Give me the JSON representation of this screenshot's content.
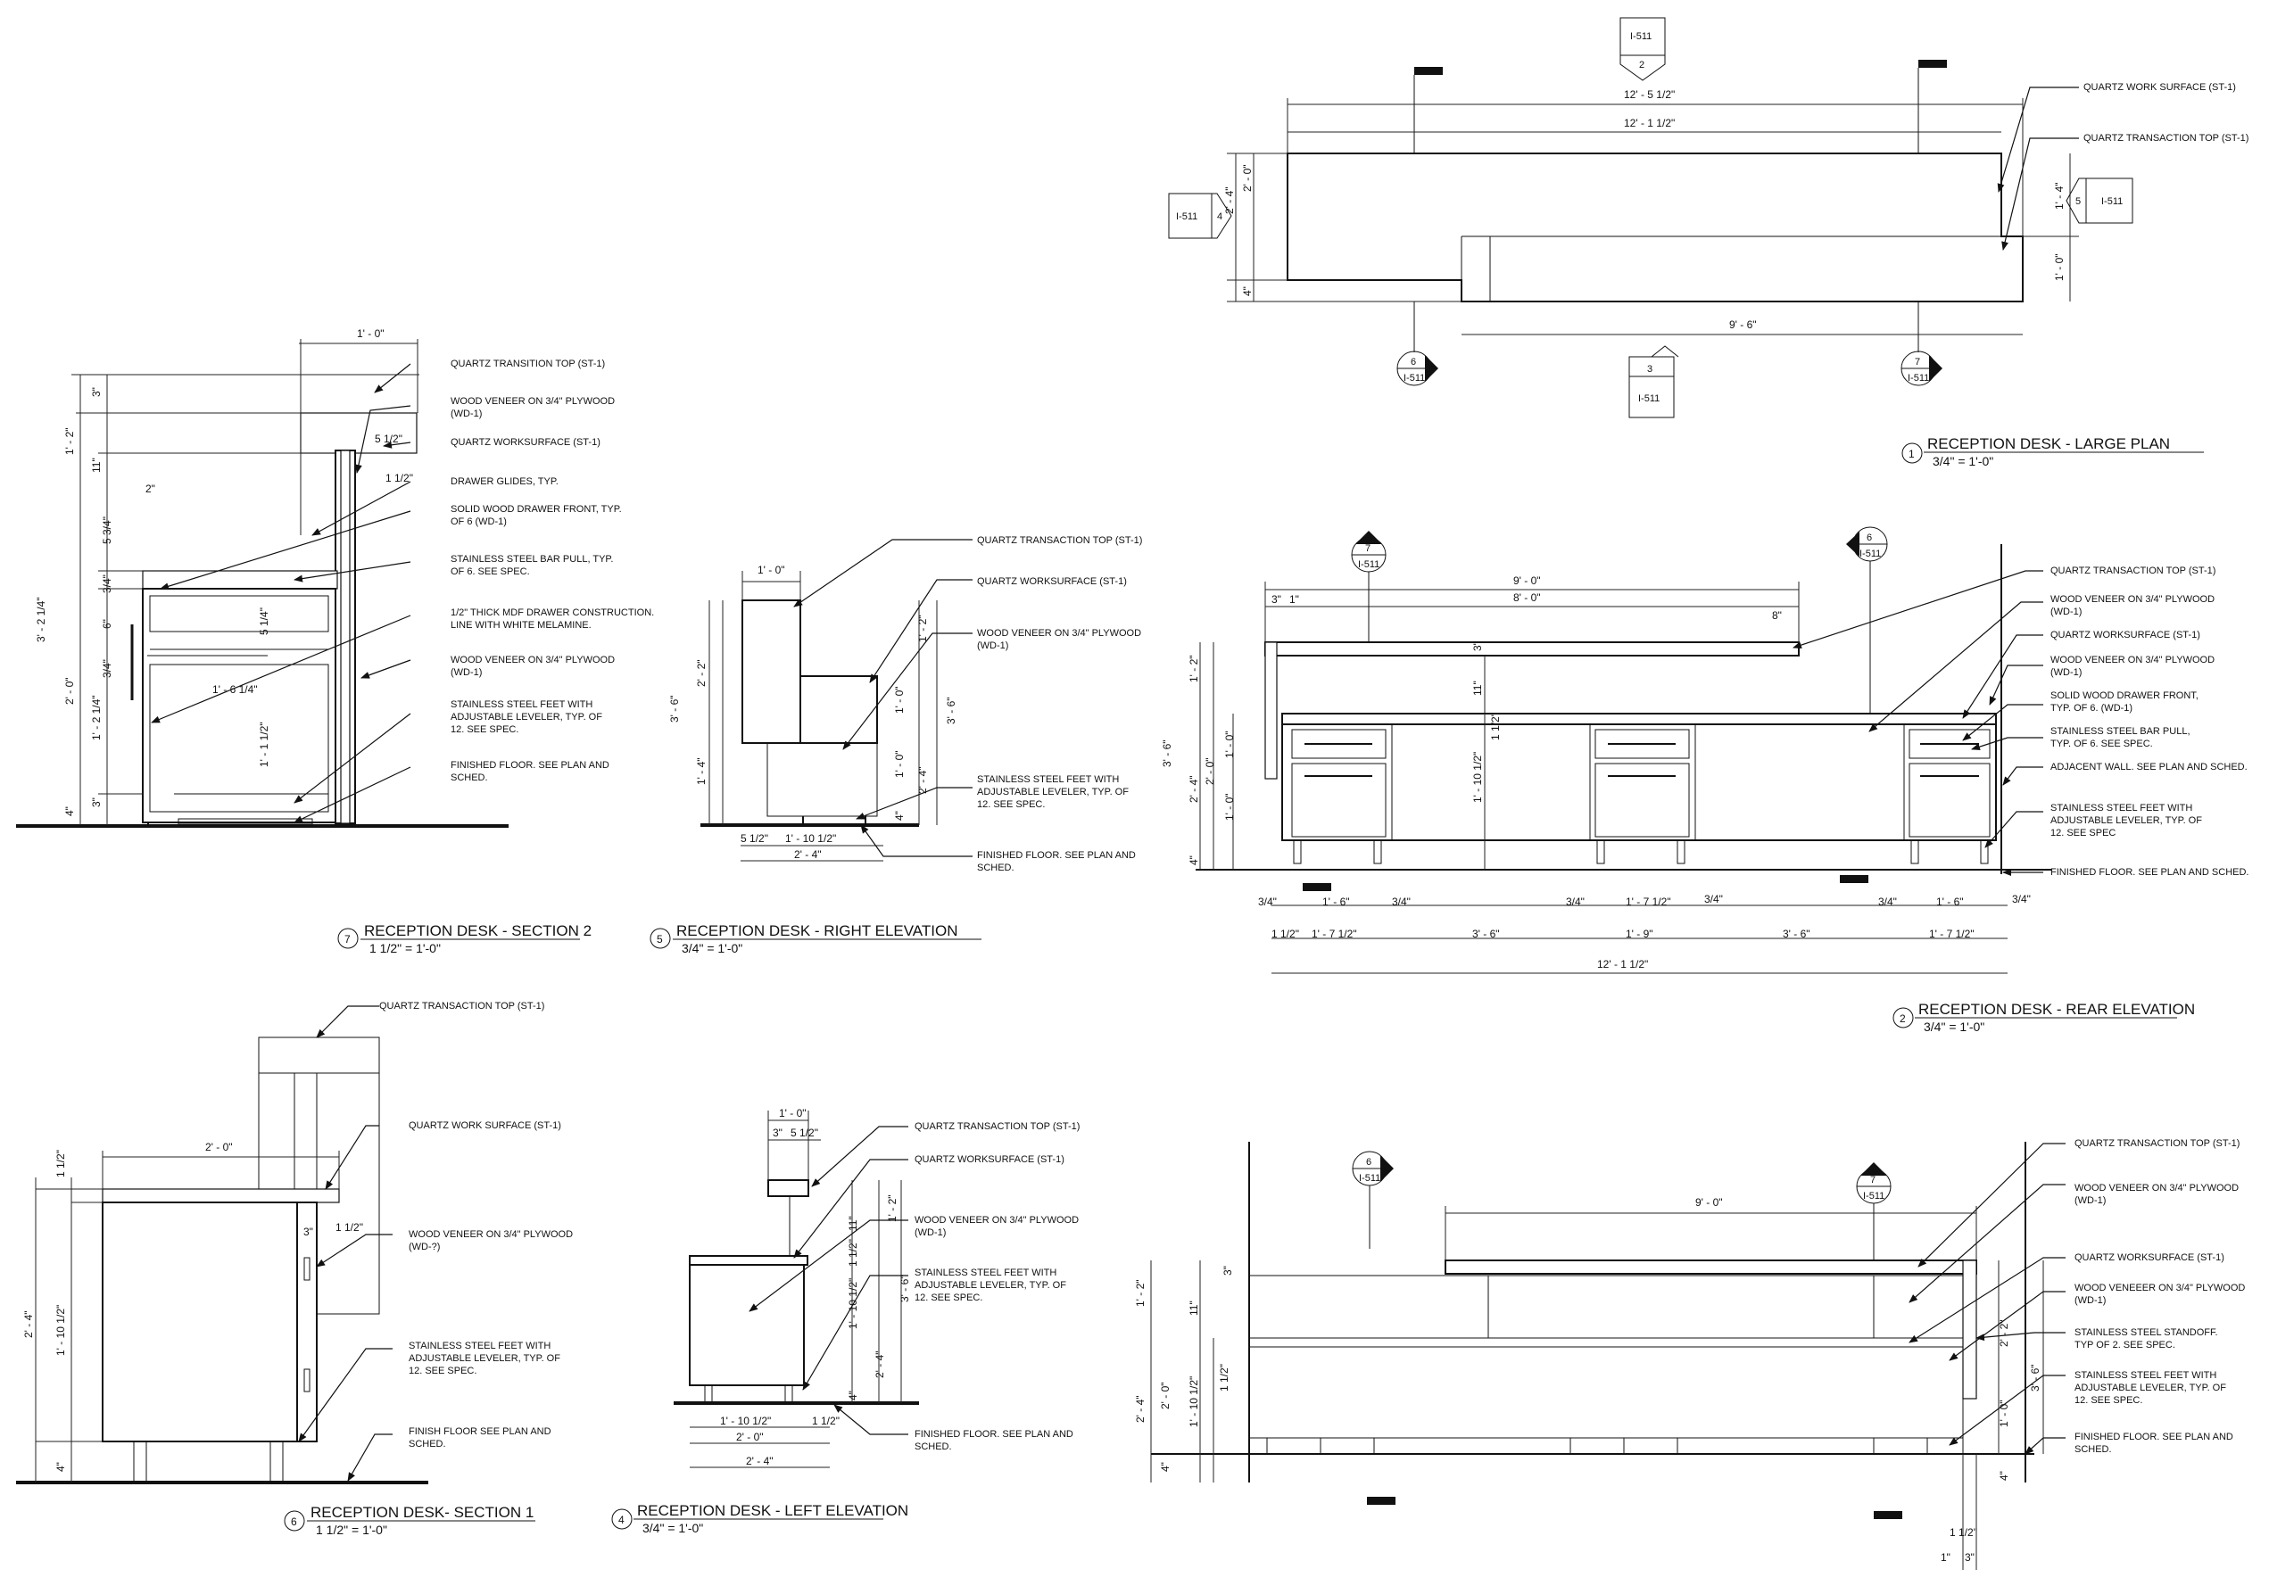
{
  "details": {
    "section2": {
      "number": "7",
      "title": "RECEPTION DESK - SECTION 2",
      "scale": "1 1/2\" = 1'-0\"",
      "notes": [
        "QUARTZ TRANSITION TOP (ST-1)",
        "WOOD VENEER ON 3/4\" PLYWOOD",
        "(WD-1)",
        "QUARTZ WORKSURFACE (ST-1)",
        "DRAWER GLIDES, TYP.",
        "SOLID WOOD DRAWER FRONT, TYP.",
        "OF 6 (WD-1)",
        "STAINLESS STEEL BAR PULL, TYP.",
        "OF 6. SEE SPEC.",
        "1/2\" THICK MDF DRAWER CONSTRUCTION.",
        "LINE WITH WHITE MELAMINE.",
        "WOOD VENEER ON 3/4\" PLYWOOD",
        "(WD-1)",
        "STAINLESS STEEL FEET WITH",
        "ADJUSTABLE LEVELER, TYP. OF",
        "12. SEE SPEC.",
        "FINISHED FLOOR. SEE PLAN AND",
        "SCHED."
      ],
      "dims": [
        "1' - 0\"",
        "3\"",
        "11\"",
        "1' - 2\"",
        "3' - 2 1/4\"",
        "2' - 0\"",
        "1' - 2 1/4\"",
        "3\"",
        "4\"",
        "1 1/2\"",
        "5 1/2\"",
        "2\"",
        "5 3/4\"",
        "3/4\"",
        "6\"",
        "3/4\"",
        "1' - 6 1/4\"",
        "1' - 1 1/2\"",
        "5 1/4\""
      ]
    },
    "right_elevation": {
      "number": "5",
      "title": "RECEPTION DESK - RIGHT ELEVATION",
      "scale": "3/4\" = 1'-0\"",
      "notes": [
        "QUARTZ TRANSACTION TOP (ST-1)",
        "QUARTZ WORKSURFACE (ST-1)",
        "WOOD VENEER ON 3/4\" PLYWOOD",
        "(WD-1)",
        "STAINLESS STEEL FEET WITH",
        "ADJUSTABLE LEVELER, TYP. OF",
        "12. SEE SPEC.",
        "FINISHED FLOOR. SEE PLAN AND",
        "SCHED."
      ],
      "dims": [
        "1' - 0\"",
        "2' - 2\"",
        "3' - 6\"",
        "1' - 4\"",
        "1' - 2\"",
        "1' - 0\"",
        "3' - 6\"",
        "2' - 4\"",
        "1' - 0\"",
        "4\"",
        "5 1/2\"",
        "1' - 10 1/2\"",
        "2' - 4\""
      ]
    },
    "large_plan": {
      "number": "1",
      "title": "RECEPTION DESK - LARGE PLAN",
      "scale": "3/4\" = 1'-0\"",
      "notes": [
        "QUARTZ WORK SURFACE (ST-1)",
        "QUARTZ TRANSACTION TOP (ST-1)"
      ],
      "dims": [
        "12' - 5 1/2\"",
        "12' - 1 1/2\"",
        "2' - 4\"",
        "2' - 0\"",
        "4\"",
        "1' - 4\"",
        "1' - 0\"",
        "9' - 6\""
      ],
      "tags": [
        {
          "sheet": "I-511",
          "num": "2"
        },
        {
          "sheet": "I-511",
          "num": "4"
        },
        {
          "sheet": "I-511",
          "num": "5"
        },
        {
          "sheet": "I-511",
          "num": "6"
        },
        {
          "sheet": "I-511",
          "num": "3"
        },
        {
          "sheet": "I-511",
          "num": "7"
        }
      ]
    },
    "rear_elevation": {
      "number": "2",
      "title": "RECEPTION DESK - REAR ELEVATION",
      "scale": "3/4\" = 1'-0\"",
      "notes": [
        "QUARTZ TRANSACTION TOP (ST-1)",
        "WOOD VENEER ON 3/4\" PLYWOOD",
        "(WD-1)",
        "QUARTZ WORKSURFACE (ST-1)",
        "WOOD VENEER ON 3/4\" PLYWOOD",
        "(WD-1)",
        "SOLID WOOD DRAWER FRONT,",
        "TYP. OF 6. (WD-1)",
        "STAINLESS STEEL BAR PULL,",
        "TYP. OF 6. SEE SPEC.",
        "ADJACENT WALL. SEE PLAN AND SCHED.",
        "STAINLESS STEEL FEET WITH",
        "ADJUSTABLE LEVELER, TYP. OF",
        "12. SEE SPEC",
        "FINISHED FLOOR. SEE PLAN AND SCHED."
      ],
      "dims_top": [
        "9' - 0\"",
        "3\"",
        "1\"",
        "8' - 0\"",
        "8\"",
        "3\"",
        "11\""
      ],
      "dims_left": [
        "1' - 2\"",
        "3' - 6\"",
        "2' - 4\"",
        "2' - 0\"",
        "1' - 0\"",
        "1' - 0\"",
        "1' - 10 1/2\"",
        "1 1/2\"",
        "4\""
      ],
      "dims_bottom1": [
        "3/4\"",
        "1' - 6\"",
        "3/4\"",
        "3/4\"",
        "1' - 7 1/2\"",
        "3/4\"",
        "3/4\"",
        "1' - 6\"",
        "3/4\""
      ],
      "dims_bottom2": [
        "1 1/2\"",
        "1' - 7 1/2\"",
        "3' - 6\"",
        "1' - 9\"",
        "3' - 6\"",
        "1' - 7 1/2\""
      ],
      "dims_bottom3": "12' - 1 1/2\"",
      "tags": [
        {
          "sheet": "I-511",
          "num": "7"
        },
        {
          "sheet": "I-511",
          "num": "6"
        }
      ]
    },
    "section1": {
      "number": "6",
      "title": "RECEPTION DESK- SECTION 1",
      "scale": "1 1/2\" = 1'-0\"",
      "notes": [
        "QUARTZ TRANSACTION TOP (ST-1)",
        "QUARTZ WORK SURFACE (ST-1)",
        "WOOD VENEER ON 3/4\" PLYWOOD",
        "(WD-?)",
        "STAINLESS STEEL FEET WITH",
        "ADJUSTABLE LEVELER, TYP. OF",
        "12. SEE SPEC.",
        "FINISH FLOOR SEE PLAN AND",
        "SCHED."
      ],
      "dims": [
        "2' - 0\"",
        "1 1/2\"",
        "1 1/2\"",
        "3\"",
        "2' - 4\"",
        "1' - 10 1/2\"",
        "4\""
      ]
    },
    "left_elevation": {
      "number": "4",
      "title": "RECEPTION DESK - LEFT ELEVATION",
      "scale": "3/4\" = 1'-0\"",
      "notes": [
        "QUARTZ TRANSACTION TOP (ST-1)",
        "QUARTZ WORKSURFACE (ST-1)",
        "WOOD VENEER ON 3/4\" PLYWOOD",
        "(WD-1)",
        "STAINLESS STEEL FEET WITH",
        "ADJUSTABLE LEVELER, TYP. OF",
        "12. SEE SPEC.",
        "FINISHED FLOOR. SEE PLAN AND",
        "SCHED."
      ],
      "dims": [
        "1' - 0\"",
        "3\"",
        "5 1/2\"",
        "1' - 2\"",
        "11\"",
        "1 1/2\"",
        "3' - 6\"",
        "1' - 10 1/2\"",
        "2' - 4\"",
        "4\"",
        "1' - 10 1/2\"",
        "1 1/2\"",
        "2' - 0\"",
        "2' - 4\""
      ]
    },
    "front_elevation": {
      "notes": [
        "QUARTZ TRANSACTION TOP (ST-1)",
        "WOOD VENEER ON 3/4\" PLYWOOD",
        "(WD-1)",
        "QUARTZ WORKSURFACE (ST-1)",
        "WOOD VENEEER ON 3/4\" PLYWOOD",
        "(WD-1)",
        "STAINLESS STEEL STANDOFF.",
        "TYP OF 2. SEE SPEC.",
        "STAINLESS STEEL FEET WITH",
        "ADJUSTABLE LEVELER, TYP. OF",
        "12. SEE SPEC.",
        "FINISHED FLOOR. SEE PLAN AND",
        "SCHED."
      ],
      "dims": [
        "9' - 0\"",
        "3\"",
        "1' - 2\"",
        "11\"",
        "2' - 4\"",
        "2' - 0\"",
        "1' - 10 1/2\"",
        "1 1/2\"",
        "4\"",
        "2' - 2\"",
        "3' - 6\"",
        "1' - 0\"",
        "4\"",
        "1 1/2\"",
        "1\"",
        "3\""
      ],
      "tags": [
        {
          "sheet": "I-511",
          "num": "6"
        },
        {
          "sheet": "I-511",
          "num": "7"
        }
      ]
    }
  }
}
